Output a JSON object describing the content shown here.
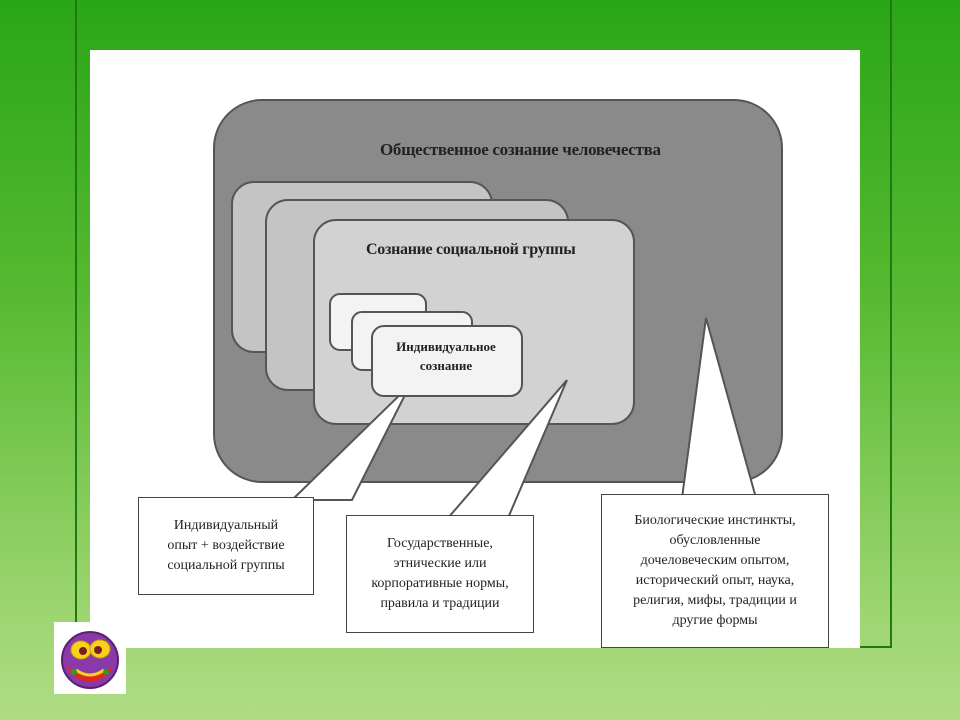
{
  "diagram": {
    "outer_title": "Общественное сознание человечества",
    "group_title": "Сознание социальной группы",
    "individual_title": "Индивидуальное\nсознание"
  },
  "callouts": [
    {
      "text": "Индивидуальный\nопыт + воздействие\nсоциальной группы"
    },
    {
      "text": "Государственные,\nэтнические или\nкорпоративные нормы,\nправила  и традиции"
    },
    {
      "text": "Биологические инстинкты,\nобусловленные\nдочеловеческим опытом,\nисторический опыт, наука,\nрелигия, мифы, традиции и\nдругие формы"
    }
  ],
  "colors": {
    "outer_fill": "#8a8a8a",
    "group_fill": "#c4c4c4",
    "group_front_fill": "#d2d2d2",
    "individual_fill": "#f3f3f3",
    "slide_bg": "#ffffff",
    "frame_green": "#1f7a12"
  },
  "logo": {
    "icon": "smiley-face-icon"
  }
}
